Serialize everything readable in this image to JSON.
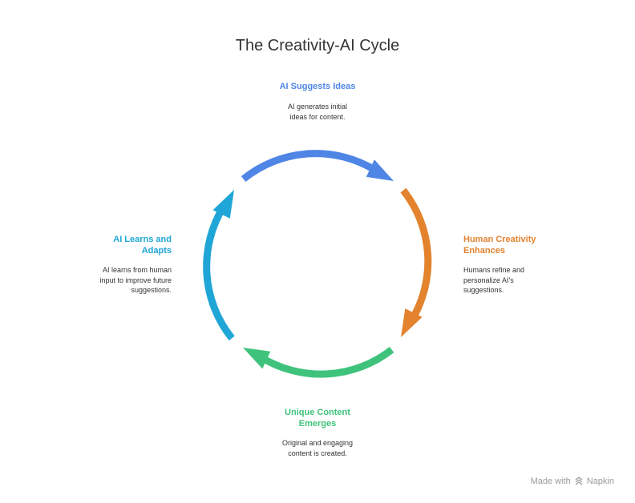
{
  "title": "The Creativity-AI Cycle",
  "colors": {
    "blue": "#4f86e6",
    "orange": "#e3832e",
    "green": "#3fc37c",
    "cyan": "#1fa6d6"
  },
  "steps": [
    {
      "heading": "AI Suggests Ideas",
      "description_lines": [
        "AI generates initial",
        "ideas for content."
      ],
      "color": "#4f86e6",
      "position": "top"
    },
    {
      "heading_lines": [
        "Human Creativity",
        "Enhances"
      ],
      "description_lines": [
        "Humans refine and",
        "personalize AI's",
        "suggestions."
      ],
      "color": "#e3832e",
      "position": "right"
    },
    {
      "heading_lines": [
        "Unique Content",
        "Emerges"
      ],
      "description_lines": [
        "Original and engaging",
        "content is created."
      ],
      "color": "#3fc37c",
      "position": "bottom"
    },
    {
      "heading_lines": [
        "AI Learns and",
        "Adapts"
      ],
      "description_lines": [
        "AI learns from human",
        "input to improve future",
        "suggestions."
      ],
      "color": "#1fa6d6",
      "position": "left"
    }
  ],
  "brand": {
    "prefix": "Made with",
    "name": "Napkin"
  }
}
